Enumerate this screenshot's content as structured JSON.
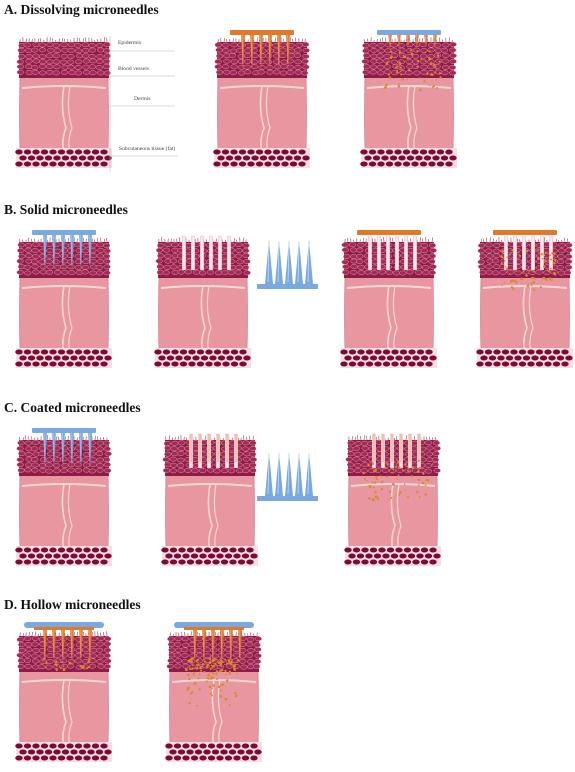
{
  "sections": [
    {
      "id": "A",
      "title": "A. Dissolving microneedles"
    },
    {
      "id": "B",
      "title": "B. Solid microneedles"
    },
    {
      "id": "C",
      "title": "C. Coated microneedles"
    },
    {
      "id": "D",
      "title": "D. Hollow microneedles"
    }
  ],
  "layer_labels": {
    "epidermis": "Epidermis",
    "blood_vessels": "Blood vessels",
    "dermis": "Dermis",
    "subcutaneous": "Subcutaneous tissue (fat)"
  },
  "colors": {
    "epidermis": "#8e1c46",
    "dermis": "#e8969f",
    "fat": "#7a0b35",
    "vessel": "#f7d8d4",
    "applicator_blue": "#7aa9df",
    "applicator_orange": "#e07a2a",
    "drug_dots": "#d88a2c"
  }
}
